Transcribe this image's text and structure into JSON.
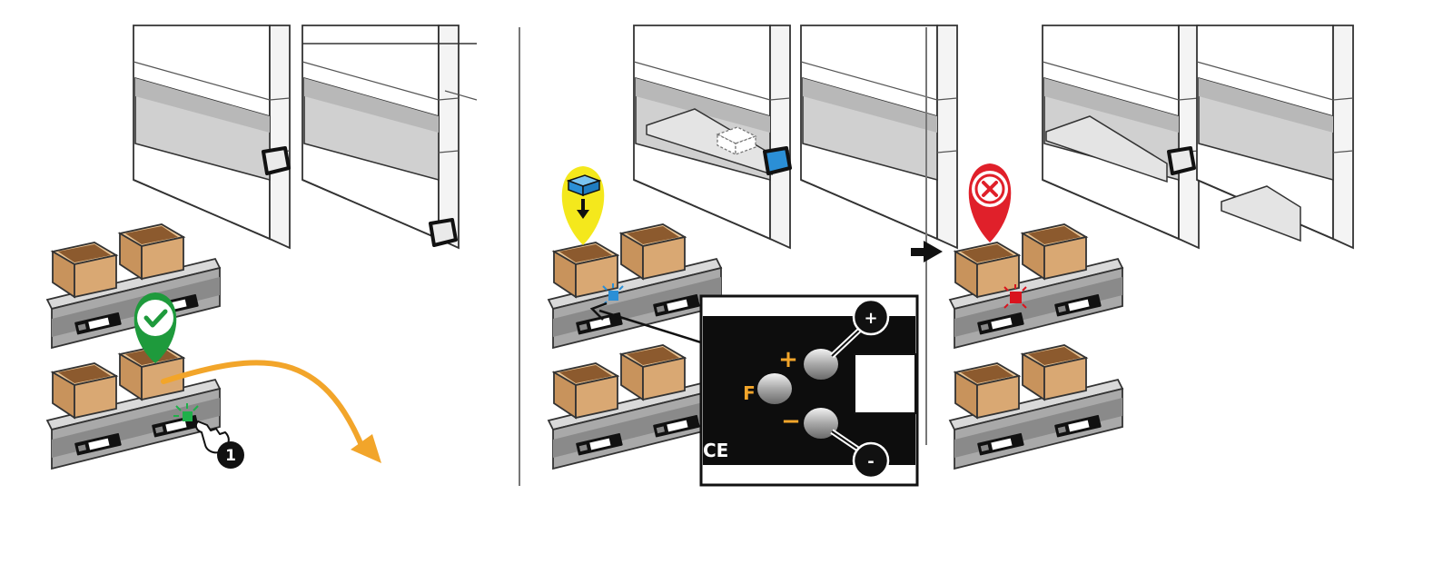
{
  "scene": {
    "type": "pick-to-light instruction illustration",
    "panels": [
      {
        "id": "confirm-pick",
        "icon": "check-pin-icon",
        "pin_color": "#1e9a3c",
        "step_badge": "1",
        "light_color": "#1fb04a"
      },
      {
        "id": "adjust-quantity",
        "icon": "box-down-pin-icon",
        "pin_color": "#f4e81c",
        "light_color": "#2b8fd6"
      },
      {
        "id": "error",
        "icon": "cross-pin-icon",
        "pin_color": "#e0202a",
        "light_color": "#d9141e"
      }
    ],
    "colors": {
      "accent": "#f2a52a",
      "indicator_blue": "#2b8fd6",
      "box": "#d4a674"
    }
  },
  "display": {
    "buttons": {
      "function": "F",
      "plus": "+",
      "minus": "−",
      "plus_callout": "+",
      "minus_callout": "-"
    },
    "mark": "CE"
  }
}
